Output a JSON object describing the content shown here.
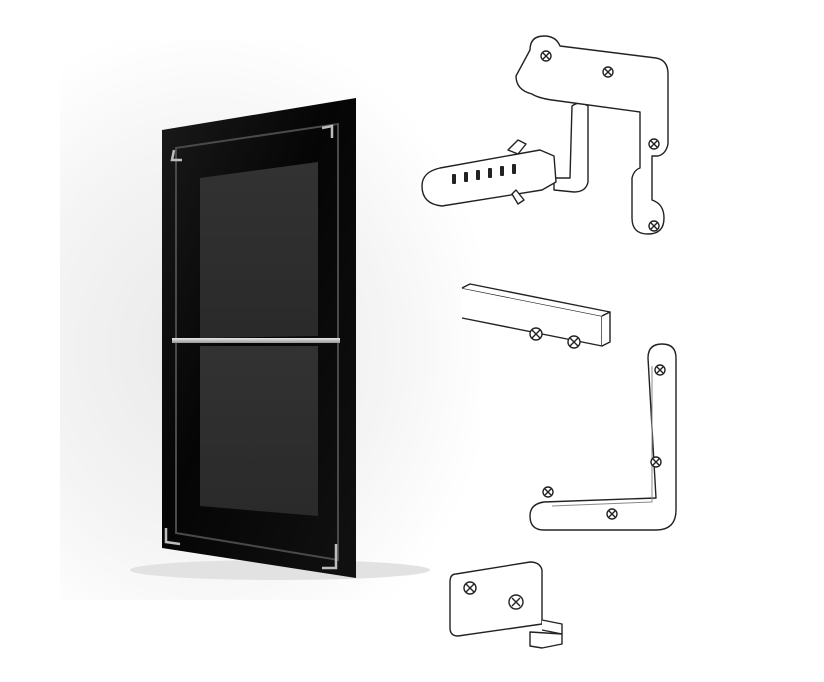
{
  "scene": {
    "main_object": "black-glass-mirror-panel",
    "hardware": [
      "wall-plug-with-hook",
      "z-bracket",
      "flat-strip-bracket",
      "l-bracket",
      "small-angle-bracket"
    ]
  },
  "colors": {
    "panel_black": "#0b0b0b",
    "inner_frame": "#303030",
    "inner_panel": "#3c3c3c",
    "metal": "#c9c9c9",
    "line": "#222222",
    "background": "#ffffff"
  }
}
